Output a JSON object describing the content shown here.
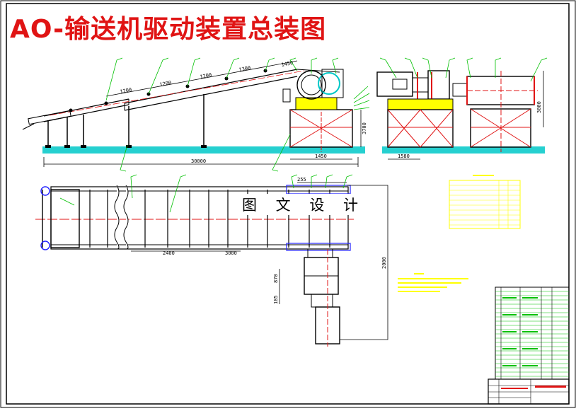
{
  "title": "AO-输送机驱动装置总装图",
  "watermark": "图 文 设 计",
  "dimensions": {
    "seg_1200_a": "1200",
    "seg_1200_b": "1200",
    "seg_1200_c": "1200",
    "seg_1300": "1300",
    "seg_1450_top": "1450",
    "total_length": "30000",
    "base_width": "1450",
    "height_right": "3700",
    "height_side": "3000",
    "side_width": "1580",
    "plan_2400": "2400",
    "plan_3000": "3000",
    "plan_255": "255",
    "plan_2000": "2000",
    "plan_870": "870",
    "plan_185": "185"
  },
  "colors": {
    "line": "#000000",
    "green": "#00c000",
    "red": "#e01414",
    "blue": "#2020ff",
    "yellow": "#ffff00",
    "cyan": "#00c8c8"
  }
}
